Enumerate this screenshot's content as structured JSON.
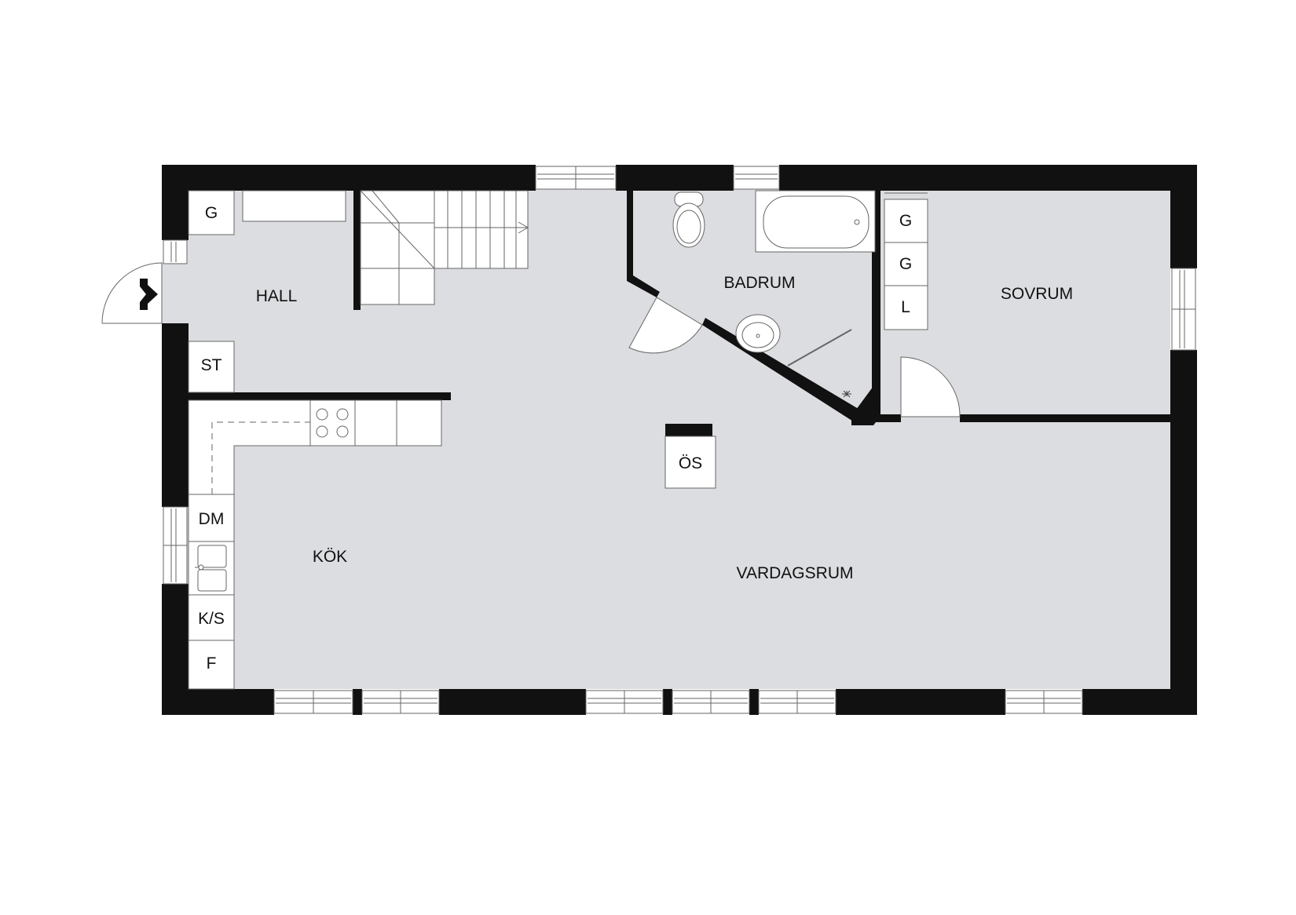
{
  "colors": {
    "wall": "#111111",
    "floor": "#dcdde0",
    "fixture": "#ffffff",
    "line": "#666666"
  },
  "rooms": {
    "hall": "HALL",
    "badrum": "BADRUM",
    "sovrum": "SOVRUM",
    "kok": "KÖK",
    "vardagsrum": "VARDAGSRUM"
  },
  "fixtures": {
    "g_hall": "G",
    "st": "ST",
    "g1": "G",
    "g2": "G",
    "l": "L",
    "os": "ÖS",
    "dm": "DM",
    "ks": "K/S",
    "f": "F"
  },
  "icons": {
    "entrance": "entrance-arrow-icon"
  }
}
